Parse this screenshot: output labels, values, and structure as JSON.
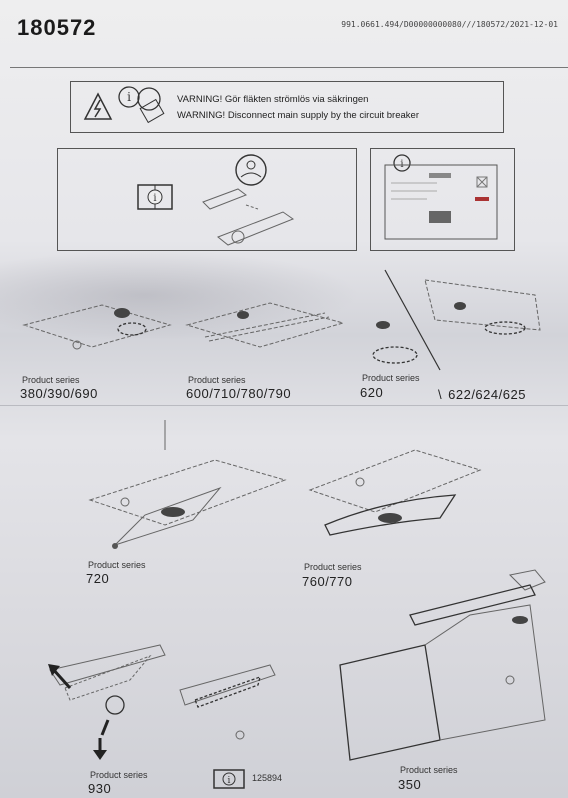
{
  "document": {
    "number": "180572",
    "reference": "991.0661.494/D00000000080///180572/2021-12-01"
  },
  "warning": {
    "line_sv": "VARNING! Gör fläkten strömlös via säkringen",
    "line_en": "WARNING! Disconnect main supply by the circuit breaker"
  },
  "series": [
    {
      "label": "Product series",
      "name": "380/390/690"
    },
    {
      "label": "Product series",
      "name": "600/710/780/790"
    },
    {
      "label": "Product series",
      "name": "620"
    },
    {
      "label": "",
      "name": "622/624/625"
    },
    {
      "label": "Product series",
      "name": "720"
    },
    {
      "label": "Product series",
      "name": "760/770"
    },
    {
      "label": "Product series",
      "name": "930"
    },
    {
      "label": "Product series",
      "name": "350"
    }
  ],
  "part_ref": "125894",
  "icons": [
    "lightning-warning-icon",
    "info-manual-icon",
    "screwdriver-icon",
    "book-info-icon",
    "person-safety-icon",
    "rating-label-icon",
    "arrow-down-icon"
  ]
}
